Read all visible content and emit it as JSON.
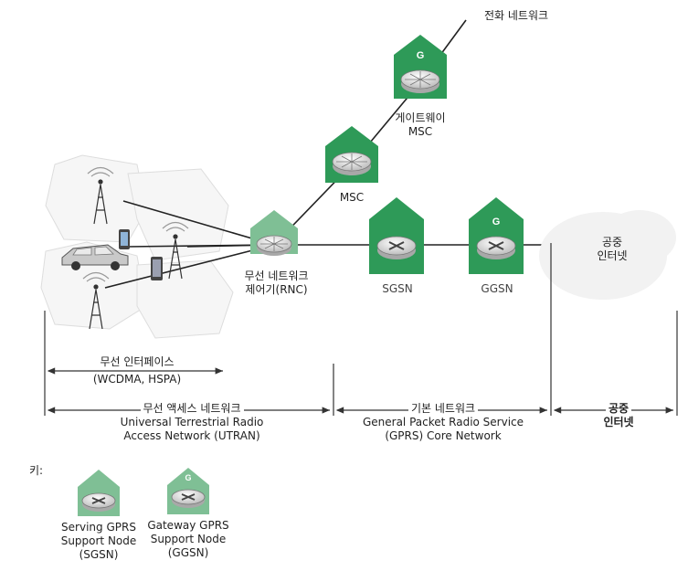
{
  "labels": {
    "phone_network": "전화 네트워크",
    "gateway_msc_line1": "게이트웨이",
    "gateway_msc_line2": "MSC",
    "msc": "MSC",
    "rnc_line1": "무선 네트워크",
    "rnc_line2": "제어기(RNC)",
    "sgsn": "SGSN",
    "ggsn": "GGSN",
    "public_internet_top_line1": "공중",
    "public_internet_top_line2": "인터넷",
    "radio_interface_line1": "무선 인터페이스",
    "radio_interface_line2": "(WCDMA, HSPA)",
    "utran_line1": "무선 액세스 네트워크",
    "utran_line2": "Universal Terrestrial Radio",
    "utran_line3": "Access Network (UTRAN)",
    "core_line1": "기본 네트워크",
    "core_line2": "General Packet Radio Service",
    "core_line3": "(GPRS) Core Network",
    "public_internet_bottom_line1": "공중",
    "public_internet_bottom_line2": "인터넷",
    "key": "키:",
    "key_sgsn_line1": "Serving GPRS",
    "key_sgsn_line2": "Support Node",
    "key_sgsn_line3": "(SGSN)",
    "key_ggsn_line1": "Gateway GPRS",
    "key_ggsn_line2": "Support Node",
    "key_ggsn_line3": "(GGSN)"
  },
  "icons": {
    "gateway_badge": "G",
    "house_color": "#2e9a58",
    "house_key_color": "#7fbf95",
    "router_color": "#dcdcdc"
  }
}
